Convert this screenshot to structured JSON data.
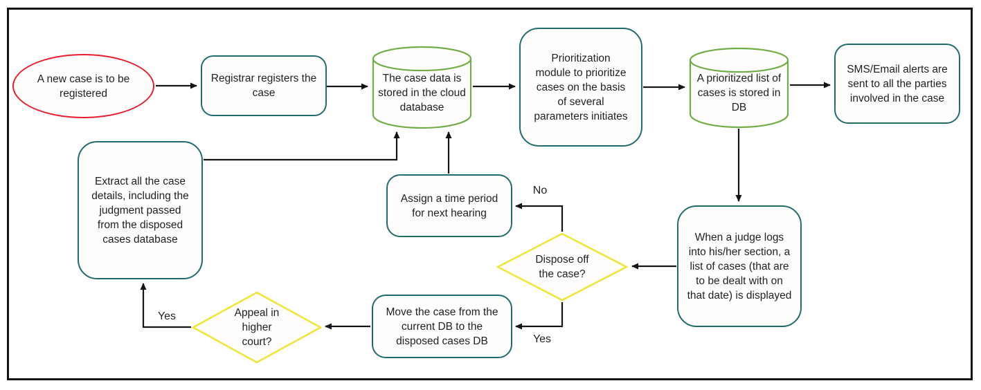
{
  "diagram": {
    "description": "Court case registration and disposal flowchart",
    "colors": {
      "start_ellipse_stroke": "#ea1c2c",
      "process_box_stroke": "#226b6d",
      "database_cylinder_stroke": "#70ad47",
      "decision_diamond_stroke": "#efe63b",
      "connector": "#141414",
      "background": "#ffffff"
    }
  },
  "nodes": {
    "start": {
      "shape": "ellipse",
      "label": "A new case is to be registered"
    },
    "registrar": {
      "shape": "rounded-rect",
      "label": "Registrar registers the case"
    },
    "cloud_db": {
      "shape": "cylinder",
      "label": "The case data is stored in the cloud database"
    },
    "prioritization": {
      "shape": "rounded-rect",
      "label": "Prioritization module to prioritize cases on the basis of several parameters initiates"
    },
    "prioritized_db": {
      "shape": "cylinder",
      "label": "A prioritized list of cases is stored in DB"
    },
    "alerts": {
      "shape": "rounded-rect",
      "label": "SMS/Email alerts are sent to all the parties involved in the case"
    },
    "judge": {
      "shape": "rounded-rect",
      "label": "When a judge logs into his/her section, a list of cases (that are to be dealt with on that date) is displayed"
    },
    "dispose_decision": {
      "shape": "diamond",
      "label": "Dispose off the case?"
    },
    "assign_hearing": {
      "shape": "rounded-rect",
      "label": "Assign a time period for next hearing"
    },
    "move_case": {
      "shape": "rounded-rect",
      "label": "Move the case from the current DB to the disposed cases DB"
    },
    "appeal_decision": {
      "shape": "diamond",
      "label": "Appeal in higher court?"
    },
    "extract_details": {
      "shape": "rounded-rect",
      "label": "Extract all the case details, including the judgment passed from the disposed cases database"
    }
  },
  "edge_labels": {
    "dispose_no": "No",
    "dispose_yes": "Yes",
    "appeal_yes": "Yes"
  },
  "edges": [
    {
      "from": "start",
      "to": "registrar"
    },
    {
      "from": "registrar",
      "to": "cloud_db"
    },
    {
      "from": "cloud_db",
      "to": "prioritization"
    },
    {
      "from": "prioritization",
      "to": "prioritized_db"
    },
    {
      "from": "prioritized_db",
      "to": "alerts"
    },
    {
      "from": "prioritized_db",
      "to": "judge"
    },
    {
      "from": "judge",
      "to": "dispose_decision"
    },
    {
      "from": "dispose_decision",
      "to": "assign_hearing",
      "label": "No"
    },
    {
      "from": "assign_hearing",
      "to": "cloud_db"
    },
    {
      "from": "dispose_decision",
      "to": "move_case",
      "label": "Yes"
    },
    {
      "from": "move_case",
      "to": "appeal_decision"
    },
    {
      "from": "appeal_decision",
      "to": "extract_details",
      "label": "Yes"
    },
    {
      "from": "extract_details",
      "to": "cloud_db"
    }
  ]
}
